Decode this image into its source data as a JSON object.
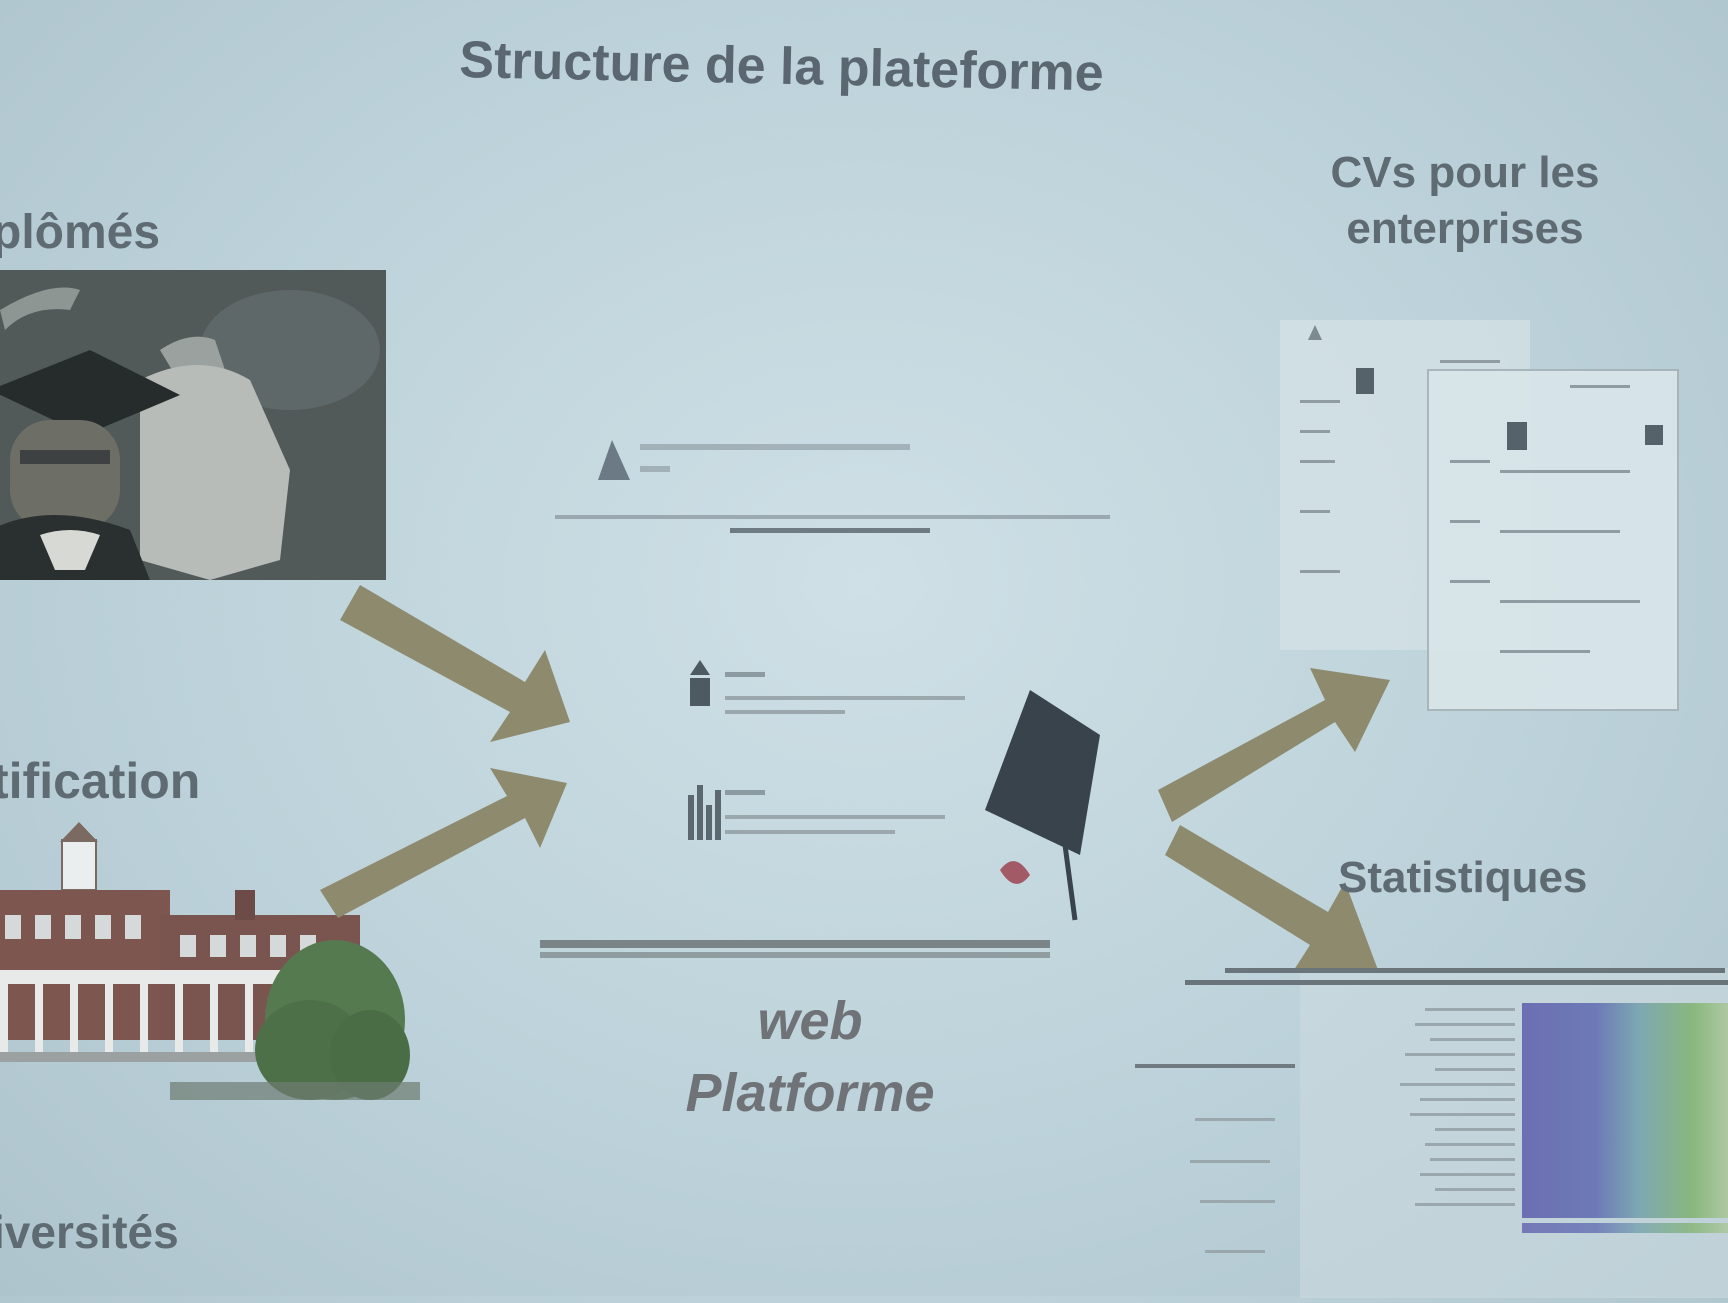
{
  "slide": {
    "title": "Structure de la plateforme",
    "labels": {
      "diplomes": "plômés",
      "certification": "tification",
      "universites": "iversités",
      "cvs": "CVs pour les enterprises",
      "statistiques": "Statistiques"
    },
    "platform": {
      "line1": "web",
      "line2": "Platforme"
    }
  },
  "colors": {
    "background": "#bdd2da",
    "text": "#5f6b72",
    "arrow": "#8d8a6e"
  },
  "icons": [
    "graduate-photo",
    "university-building-image",
    "graduation-cap-icon",
    "cv-document-image",
    "statistics-chart-image"
  ]
}
